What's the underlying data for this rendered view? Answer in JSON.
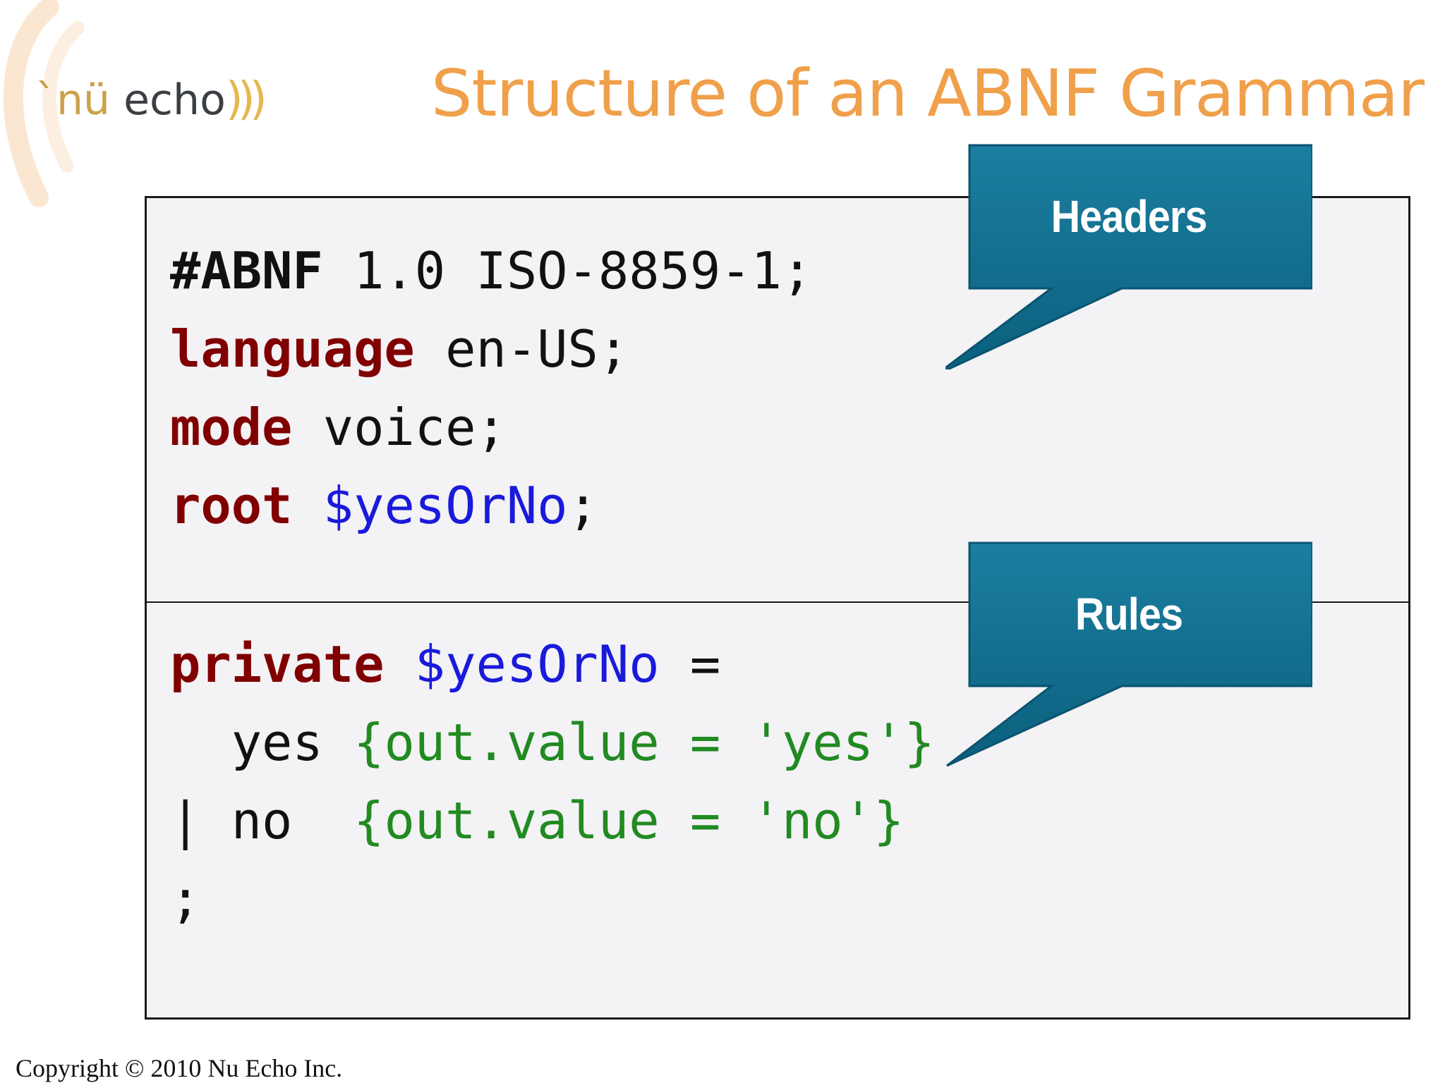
{
  "logo": {
    "nu": "`nü",
    "echo": " echo",
    "arcs": ")))"
  },
  "title": "Structure of an ABNF Grammar",
  "headers_code": [
    [
      {
        "t": "#ABNF",
        "c": "bold"
      },
      {
        "t": " 1.0 ISO-8859-1;",
        "c": ""
      }
    ],
    [
      {
        "t": "language",
        "c": "kw"
      },
      {
        "t": " en-US;",
        "c": ""
      }
    ],
    [
      {
        "t": "mode",
        "c": "kw"
      },
      {
        "t": " voice;",
        "c": ""
      }
    ],
    [
      {
        "t": "root",
        "c": "kw"
      },
      {
        "t": " ",
        "c": ""
      },
      {
        "t": "$yesOrNo",
        "c": "rulename"
      },
      {
        "t": ";",
        "c": ""
      }
    ]
  ],
  "rules_code": [
    [
      {
        "t": "private",
        "c": "kw"
      },
      {
        "t": " ",
        "c": ""
      },
      {
        "t": "$yesOrNo",
        "c": "rulename"
      },
      {
        "t": " =",
        "c": ""
      }
    ],
    [
      {
        "t": "  yes ",
        "c": ""
      },
      {
        "t": "{out.value = 'yes'}",
        "c": "tag"
      }
    ],
    [
      {
        "t": "| no  ",
        "c": ""
      },
      {
        "t": "{out.value = 'no'}",
        "c": "tag"
      }
    ],
    [
      {
        "t": ";",
        "c": ""
      }
    ]
  ],
  "callouts": {
    "headers": "Headers",
    "rules": "Rules"
  },
  "colors": {
    "title": "#f0a04b",
    "keyword": "#800000",
    "rule_name": "#1a1adb",
    "tag": "#218a21",
    "callout_fill": "#0e6e8e"
  },
  "copyright": "Copyright © 2010 Nu Echo Inc."
}
